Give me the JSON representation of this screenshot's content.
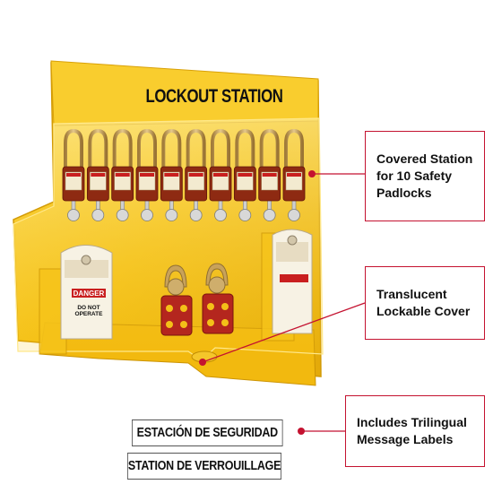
{
  "station": {
    "title": "LOCKOUT STATION",
    "padlock_count": 10
  },
  "callouts": [
    "Covered Station\nfor 10 Safety\nPadlocks",
    "Translucent\nLockable Cover",
    "Includes Trilingual\nMessage Labels"
  ],
  "labels": {
    "spanish": "ESTACIÓN DE SEGURIDAD",
    "french": "STATION DE VERROUILLAGE"
  },
  "tags": {
    "danger": "DANGER",
    "do_not_operate": "DO NOT\nOPERATE"
  },
  "colors": {
    "station_yellow": "#f7c312",
    "cover_yellow": "#fbd64a",
    "padlock_red": "#8e2a12",
    "shackle_gold": "#c8a25a",
    "hasp_red": "#b4261e",
    "callout_red": "#c41230"
  }
}
